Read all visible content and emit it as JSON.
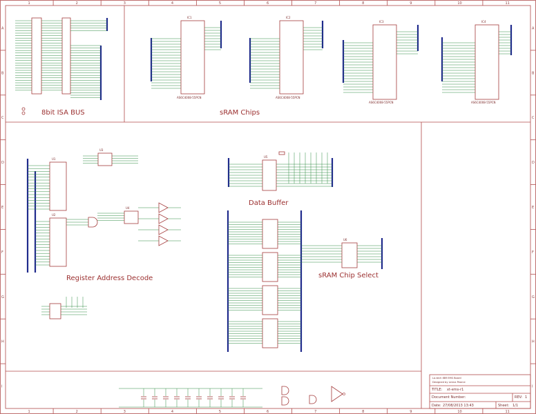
{
  "zones": {
    "columns": [
      "1",
      "2",
      "3",
      "4",
      "5",
      "6",
      "7",
      "8",
      "9",
      "10",
      "11"
    ],
    "rows": [
      "A",
      "B",
      "C",
      "D",
      "E",
      "F",
      "G",
      "H",
      "I"
    ]
  },
  "sections": {
    "isa_bus": "8bit ISA BUS",
    "sram_chips": "sRAM Chips",
    "data_buffer": "Data Buffer",
    "register_decode": "Register Address Decode",
    "chip_select": "sRAM Chip Select"
  },
  "chips": {
    "ic1": "IC1",
    "ic2": "IC2",
    "ic3": "IC3",
    "ic4": "IC4",
    "sram_part": "AS6C4008-55PCN",
    "u1": "U1",
    "u2": "U2",
    "u3": "U3",
    "u4": "U4",
    "u5": "U5",
    "u6": "U6"
  },
  "title_block": {
    "board_name": "La-tech IBM EMS Board",
    "designer": "Designed by Lenna Pearce",
    "title_label": "TITLE:",
    "title_value": "xt-ems-r1",
    "docnum_label": "Document Number:",
    "rev_label": "REV:",
    "rev_value": "1",
    "date_label": "Date:",
    "date_value": "27/08/2013 13:43",
    "sheet_label": "Sheet:",
    "sheet_value": "1/1"
  },
  "colors": {
    "frame": "#b04a4a",
    "bus": "#1f2a8c",
    "net": "#2e8b40",
    "text": "#9b2f2f"
  }
}
